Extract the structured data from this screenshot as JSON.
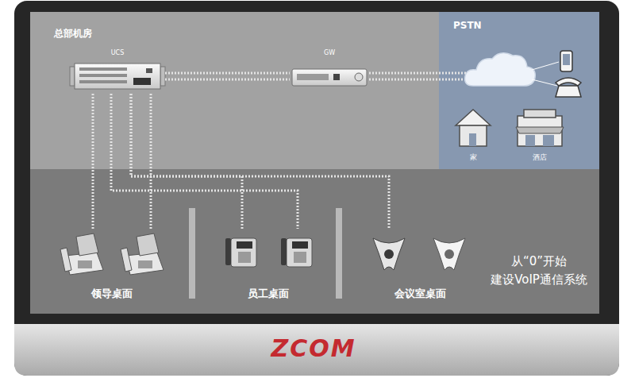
{
  "diagram": {
    "nodes": [
      {
        "text": [
          "总部机房"
        ]
      },
      {
        "text": [
          "UCS"
        ],
        "in": 0
      },
      {
        "text": [
          "GW"
        ],
        "in": 0
      },
      {
        "text": [
          "PSTN"
        ]
      },
      {
        "text": [
          "家"
        ],
        "in": 3
      },
      {
        "text": [
          "酒店"
        ],
        "in": 3
      },
      {
        "text": [
          "领导桌面"
        ]
      },
      {
        "text": [
          "员工桌面"
        ]
      },
      {
        "text": [
          "会议室桌面"
        ]
      }
    ],
    "edges": [
      {
        "from": 1,
        "to": 2,
        "arrow": "none"
      },
      {
        "from": 2,
        "to": 3,
        "arrow": "none"
      },
      {
        "from": 1,
        "to": 6,
        "arrow": "none"
      },
      {
        "from": 1,
        "to": 6,
        "arrow": "none"
      },
      {
        "from": 1,
        "to": 7,
        "arrow": "none"
      },
      {
        "from": 1,
        "to": 7,
        "arrow": "none"
      },
      {
        "from": 1,
        "to": 8,
        "arrow": "none"
      }
    ],
    "labels": [
      "从“0”开始 建设VoIP通信系统",
      "ZCOM"
    ]
  }
}
